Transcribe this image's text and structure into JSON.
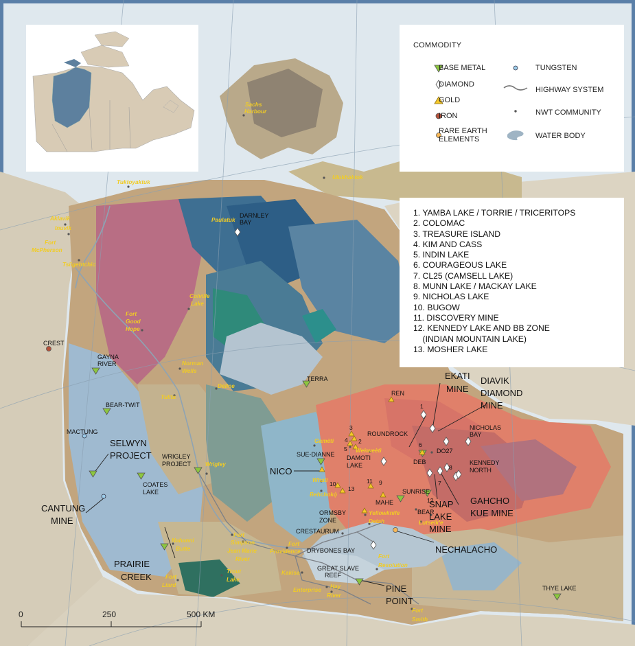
{
  "legend": {
    "title": "COMMODITY",
    "items": [
      {
        "label": "BASE METAL",
        "symbol": "base-metal-icon",
        "color": "#8cc63f"
      },
      {
        "label": "DIAMOND",
        "symbol": "diamond-icon",
        "color": "#ffffff"
      },
      {
        "label": "GOLD",
        "symbol": "gold-icon",
        "color": "#f5c82a"
      },
      {
        "label": "IRON",
        "symbol": "iron-icon",
        "color": "#b5513a"
      },
      {
        "label": "RARE EARTH",
        "label2": "ELEMENTS",
        "symbol": "rare-earth-icon",
        "color": "#f7b757"
      },
      {
        "label": "TUNGSTEN",
        "symbol": "tungsten-icon",
        "color": "#9ccbe8"
      },
      {
        "label": "HIGHWAY SYSTEM",
        "symbol": "highway-icon",
        "color": "#777777"
      },
      {
        "label": "NWT COMMUNITY",
        "symbol": "community-icon",
        "color": "#555555"
      },
      {
        "label": "WATER BODY",
        "symbol": "water-icon",
        "color": "#9fb4c4"
      }
    ]
  },
  "deposits": [
    "1. YAMBA LAKE / TORRIE / TRICERITOPS",
    "2. COLOMAC",
    "3. TREASURE ISLAND",
    "4. KIM AND CASS",
    "5. INDIN LAKE",
    "6. COURAGEOUS LAKE",
    "7. CL25 (CAMSELL LAKE)",
    "8. MUNN LAKE / MACKAY LAKE",
    "9. NICHOLAS LAKE",
    "10. BUGOW",
    "11. DISCOVERY MINE",
    "12. KENNEDY LAKE AND BB ZONE",
    "    (INDIAN MOUNTAIN LAKE)",
    "13. MOSHER LAKE"
  ],
  "scale": {
    "ticks": [
      "0",
      "250",
      "500 KM"
    ]
  },
  "communities": [
    "Sachs",
    "Harbour",
    "Ulukhaktok",
    "Tuktoyaktuk",
    "Paulatuk",
    "Aklavik",
    "Inuvik",
    "Fort",
    "McPherson",
    "Tsiigehtchic",
    "Colville",
    "Lake",
    "Fort",
    "Good",
    "Hope",
    "Norman",
    "Wells",
    "Tulita",
    "Déline",
    "Gamètì",
    "Wekweètì",
    "Whatì",
    "Behchokǫ̀",
    "Yellowknife",
    "Detah",
    "Łutselk'e",
    "Wrigley",
    "Fort",
    "Simpson",
    "Jean Marie",
    "River",
    "Fort",
    "Providence",
    "Nahanni",
    "Butte",
    "Fort",
    "Liard",
    "Trout",
    "Lake",
    "Kakisa",
    "Enterprise",
    "Hay",
    "River",
    "Fort",
    "Resolution",
    "Fort",
    "Smith"
  ],
  "sites": [
    "DARNLEY",
    "BAY",
    "CREST",
    "GAYNA",
    "RIVER",
    "BEAR-TWIT",
    "MACTUNG",
    "TERRA",
    "REN",
    "ROUNDROCK",
    "DAMOTI",
    "LAKE",
    "SUE-DIANNE",
    "WRIGLEY",
    "PROJECT",
    "COATES",
    "LAKE",
    "DEB",
    "SUNRISE",
    "MAHE",
    "BEAR",
    "DO27",
    "NICHOLAS",
    "BAY",
    "KENNEDY",
    "NORTH",
    "ORMSBY",
    "ZONE",
    "CRESTAURUM",
    "DRYBONES BAY",
    "GREAT SLAVE",
    "REEF",
    "THYE LAKE"
  ],
  "big_sites": [
    "EKATI",
    "MINE",
    "DIAVIK",
    "DIAMOND",
    "MINE",
    "SELWYN",
    "PROJECT",
    "NICO",
    "CANTUNG",
    "MINE",
    "GAHCHO",
    "KUE MINE",
    "SNAP",
    "LAKE",
    "MINE",
    "NECHALACHO",
    "PRAIRIE",
    "CREEK",
    "PINE",
    "POINT"
  ],
  "numbers": [
    "1",
    "2",
    "3",
    "4",
    "5",
    "6",
    "7",
    "8",
    "9",
    "10",
    "11",
    "12",
    "13"
  ]
}
